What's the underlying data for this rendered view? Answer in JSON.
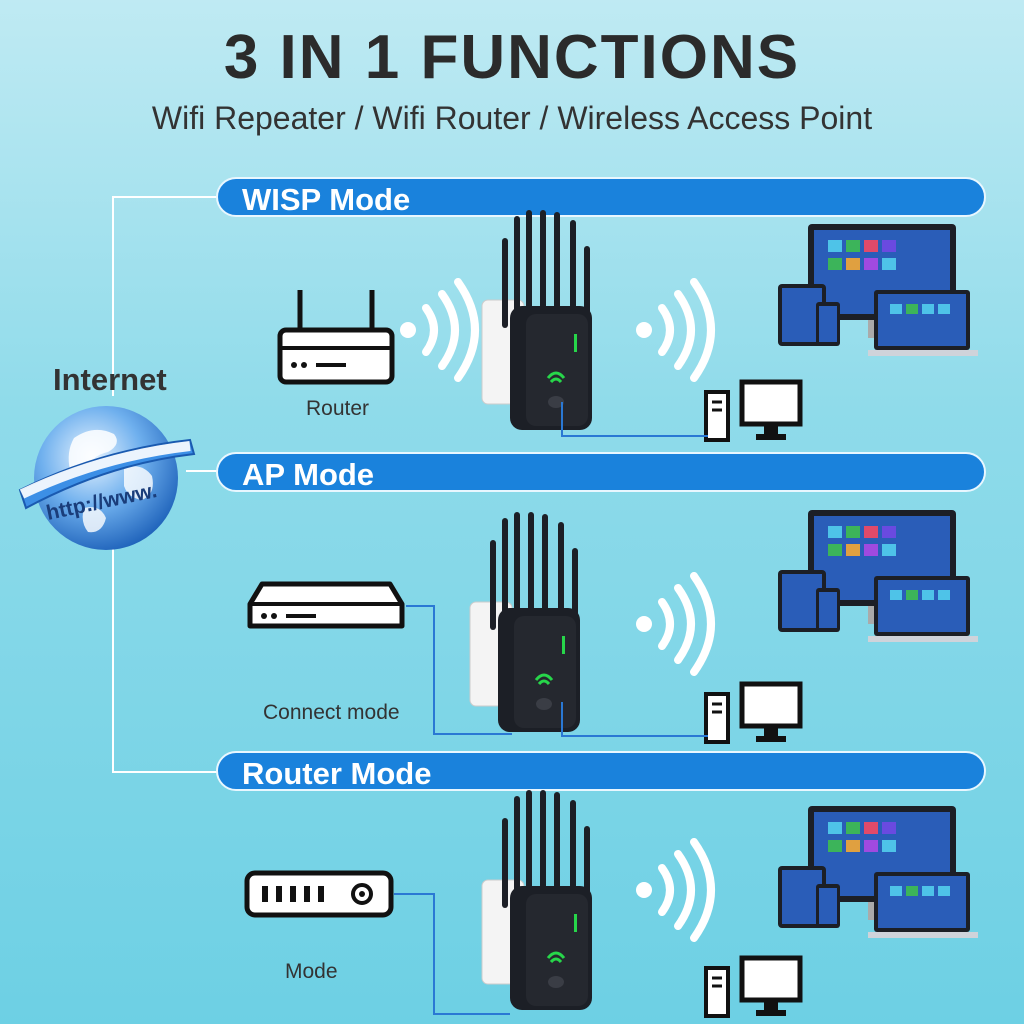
{
  "header": {
    "title": "3 IN 1 FUNCTIONS",
    "subtitle": "Wifi Repeater / Wifi Router / Wireless Access Point"
  },
  "internet": {
    "label": "Internet",
    "globe_text": "http://www."
  },
  "modes": [
    {
      "label": "WISP Mode",
      "device_caption": "Router"
    },
    {
      "label": "AP Mode",
      "device_caption": "Connect mode"
    },
    {
      "label": "Router Mode",
      "device_caption": "Mode"
    }
  ],
  "colors": {
    "accent": "#1a82dc",
    "device_dark": "#1c1f26",
    "led_green": "#27d64a"
  }
}
